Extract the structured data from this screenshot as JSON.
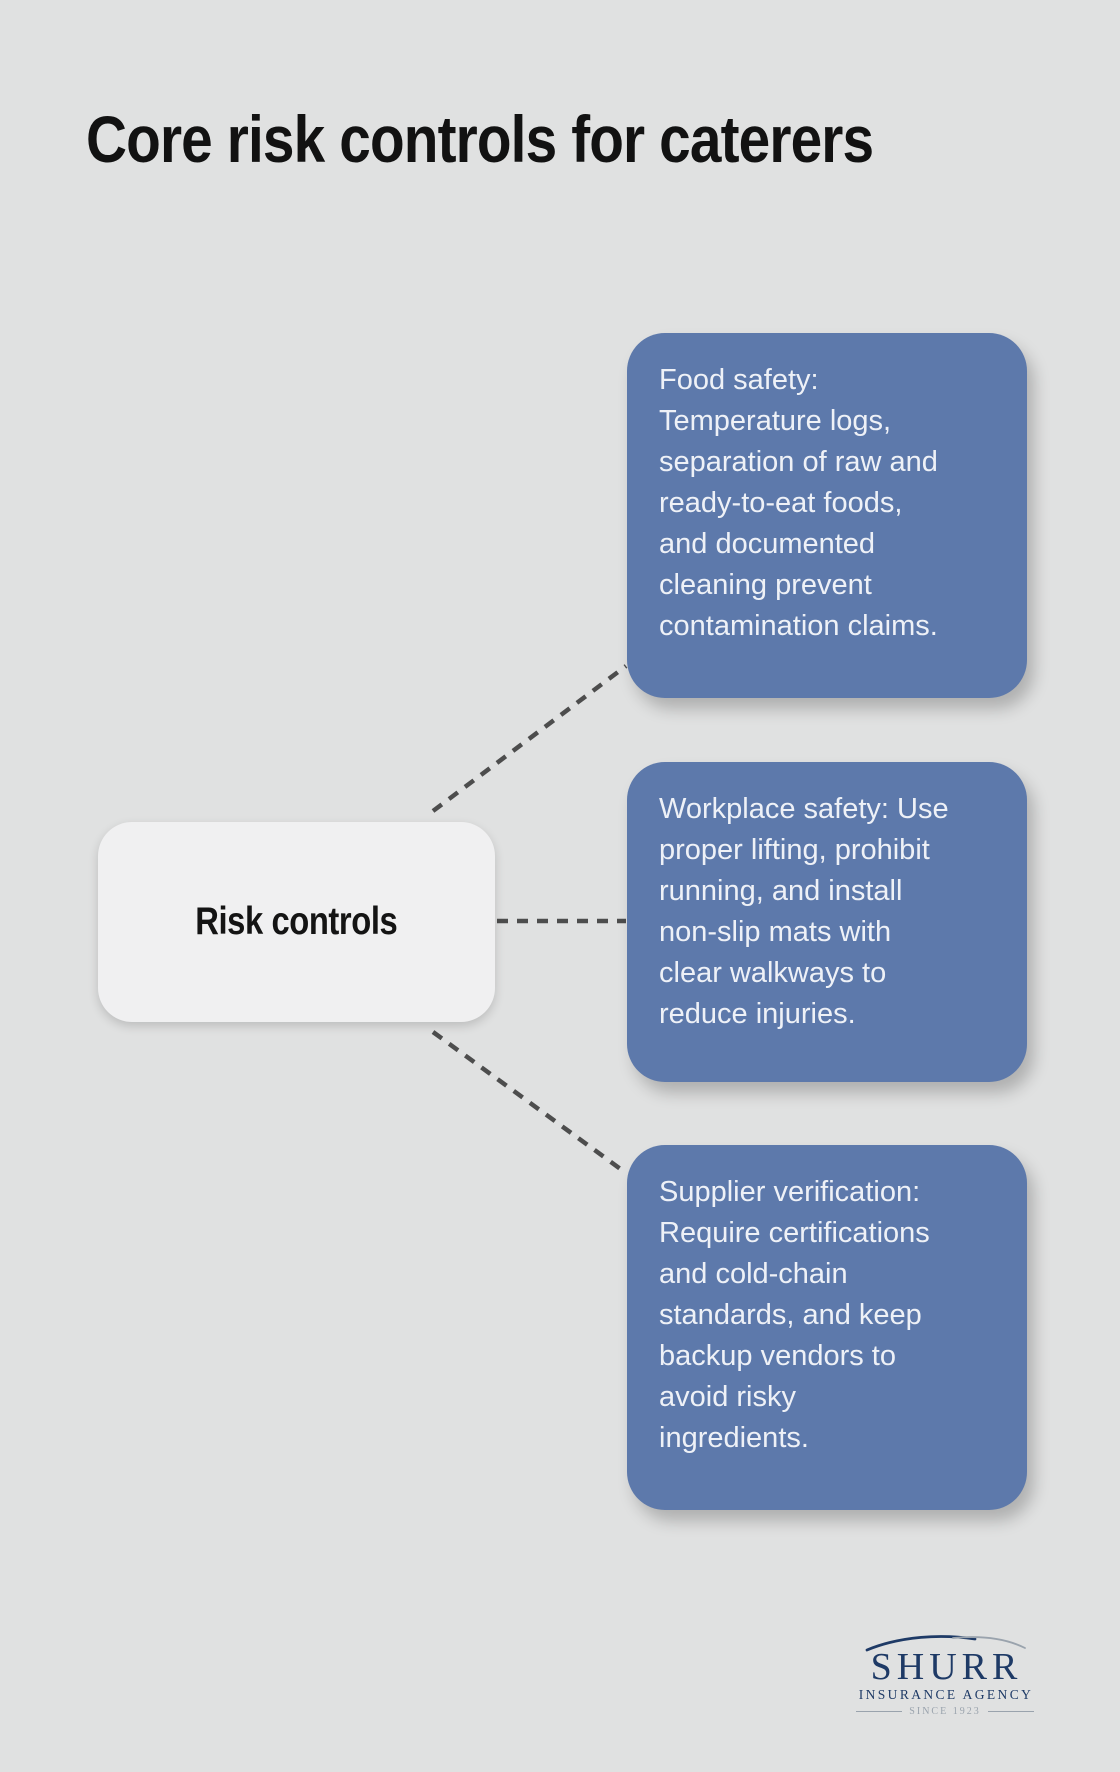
{
  "title": "Core risk controls for caterers",
  "diagram": {
    "root": {
      "label": "Risk controls"
    },
    "nodes": [
      {
        "id": "food-safety",
        "lines": [
          "Food safety:",
          "Temperature logs,",
          "separation of raw and",
          "ready-to-eat foods,",
          "and documented",
          "cleaning prevent",
          "contamination claims."
        ]
      },
      {
        "id": "workplace-safety",
        "lines": [
          "Workplace safety: Use",
          "proper lifting, prohibit",
          "running, and install",
          "non-slip mats with",
          "clear walkways to",
          "reduce injuries."
        ]
      },
      {
        "id": "supplier-verification",
        "lines": [
          "Supplier verification:",
          "Require certifications",
          "and cold-chain",
          "standards, and keep",
          "backup vendors to",
          "avoid risky",
          "ingredients."
        ]
      }
    ]
  },
  "logo": {
    "name": "SHURR",
    "subtitle": "INSURANCE AGENCY",
    "since": "SINCE 1923"
  },
  "colors": {
    "background": "#e0e1e1",
    "title_text": "#121212",
    "root_fill": "#f0f0f1",
    "card_fill": "#5d79ab",
    "card_text": "#eef1f7",
    "connector": "#4d4d4d",
    "logo_navy": "#1e3a66",
    "logo_gray": "#9aa3ad"
  }
}
